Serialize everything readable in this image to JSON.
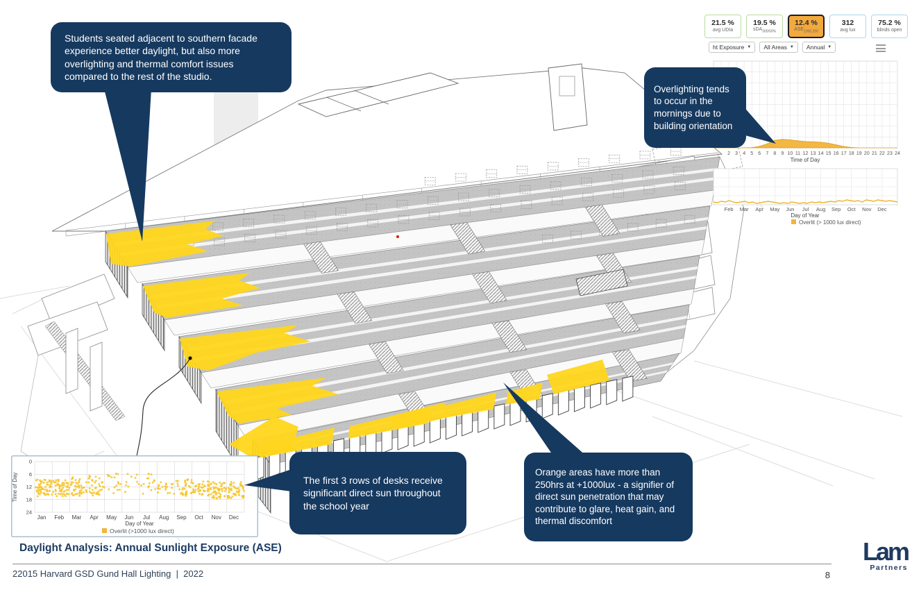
{
  "colors": {
    "navy": "#16395f",
    "overlit_yellow": "#ffd61c",
    "chart_yellow": "#f2b43b",
    "tray_gray": "#c4c4c4",
    "ase_tile_orange": "#f2a93d",
    "tile_green_border": "#b8dca1",
    "tile_blue_border": "#aed6ea"
  },
  "callouts": {
    "a": {
      "text": "Students seated adjacent to southern facade experience better daylight, but also more overlighting and thermal comfort issues compared to the rest of the studio."
    },
    "b": {
      "text": "Overlighting tends to occur in the mornings due to building orientation"
    },
    "c": {
      "text": "The first 3 rows of desks receive significant direct sun throughout the school year"
    },
    "d": {
      "text": "Orange areas have more than 250hrs at +1000lux - a signifier of direct sun penetration that may contribute to glare, heat gain, and thermal discomfort"
    }
  },
  "dashboard": {
    "tiles": [
      {
        "value": "21.5 %",
        "label": "avg UDIa",
        "style": "green"
      },
      {
        "value": "19.5 %",
        "label": "sDA",
        "sub": "300/50%",
        "style": "green"
      },
      {
        "value": "12.4 %",
        "label": "ASE",
        "sub": "1000,250",
        "style": "selected"
      },
      {
        "value": "312",
        "label": "avg lux",
        "style": "blue"
      },
      {
        "value": "75.2 %",
        "label": "blinds open",
        "style": "blue"
      }
    ],
    "dropdowns": [
      "ht Exposure",
      "All Areas",
      "Annual"
    ],
    "menu_icon": "hamburger"
  },
  "chart_data": [
    {
      "id": "hourly_overlit",
      "type": "area",
      "xlabel": "Time of Day",
      "x_ticks": [
        "2",
        "3",
        "4",
        "5",
        "6",
        "7",
        "8",
        "9",
        "10",
        "11",
        "12",
        "13",
        "14",
        "15",
        "16",
        "17",
        "18",
        "19",
        "20",
        "21",
        "22",
        "23",
        "24"
      ],
      "x": [
        1,
        2,
        3,
        4,
        5,
        6,
        7,
        8,
        9,
        10,
        11,
        12,
        13,
        14,
        15,
        16,
        17,
        18,
        19,
        20,
        21,
        22,
        23,
        24
      ],
      "values": [
        0,
        0,
        0,
        0,
        0.3,
        1.5,
        4,
        7.5,
        8.5,
        8,
        7,
        6.3,
        6,
        5.6,
        4.6,
        3,
        1.4,
        0.4,
        0,
        0,
        0,
        0,
        0,
        0
      ],
      "note": "small yellow area hump peaking around 8-9am",
      "grid": true
    },
    {
      "id": "annual_overlit_strip",
      "type": "line",
      "xlabel": "Day of Year",
      "x_ticks": [
        "Feb",
        "Mar",
        "Apr",
        "May",
        "Jun",
        "Jul",
        "Aug",
        "Sep",
        "Oct",
        "Nov",
        "Dec"
      ],
      "values": [
        2,
        1.5,
        2.5,
        2,
        3,
        2,
        1.5,
        2,
        2.5,
        1.5,
        2,
        1,
        1.5,
        2,
        2.5,
        2,
        1.5,
        1,
        1.5,
        1,
        2,
        1.5,
        1,
        1.5,
        1,
        2,
        1.5,
        2,
        1.5,
        2,
        2.5,
        2,
        3,
        2.5,
        3.5,
        3,
        2.5,
        3,
        2,
        3.5,
        3,
        2.5,
        3.5,
        3,
        2.5,
        3,
        2.5,
        2
      ],
      "legend": "Overlit (> 1000 lux direct)",
      "grid": true
    },
    {
      "id": "ase_schedule",
      "type": "scatter",
      "xlabel": "Day of Year",
      "ylabel": "Time of Day",
      "y_ticks": [
        0,
        6,
        12,
        18,
        24
      ],
      "months": [
        "Jan",
        "Feb",
        "Mar",
        "Apr",
        "May",
        "Jun",
        "Jul",
        "Aug",
        "Sep",
        "Oct",
        "Nov",
        "Dec"
      ],
      "legend": "Overlit (>1000 lux direct)",
      "bands": [
        {
          "month": "Jan",
          "count": 60,
          "t": [
            8,
            16
          ]
        },
        {
          "month": "Feb",
          "count": 52,
          "t": [
            8,
            16
          ]
        },
        {
          "month": "Mar",
          "count": 46,
          "t": [
            7,
            16
          ]
        },
        {
          "month": "Apr",
          "count": 36,
          "t": [
            6,
            16
          ]
        },
        {
          "month": "May",
          "count": 16,
          "t": [
            5,
            15
          ]
        },
        {
          "month": "Jun",
          "count": 10,
          "t": [
            5,
            14
          ]
        },
        {
          "month": "Jul",
          "count": 16,
          "t": [
            5,
            15
          ]
        },
        {
          "month": "Aug",
          "count": 20,
          "t": [
            6,
            15
          ]
        },
        {
          "month": "Sep",
          "count": 34,
          "t": [
            8,
            16
          ]
        },
        {
          "month": "Oct",
          "count": 44,
          "t": [
            9,
            16
          ]
        },
        {
          "month": "Nov",
          "count": 52,
          "t": [
            9,
            17
          ]
        },
        {
          "month": "Dec",
          "count": 54,
          "t": [
            9,
            17
          ]
        }
      ]
    }
  ],
  "footer": {
    "title": "Daylight Analysis: Annual Sunlight Exposure (ASE)",
    "project": "22015 Harvard GSD Gund Hall Lighting  |  2022",
    "page": "8"
  },
  "logo": {
    "main": "Lam",
    "sub": "Partners"
  }
}
